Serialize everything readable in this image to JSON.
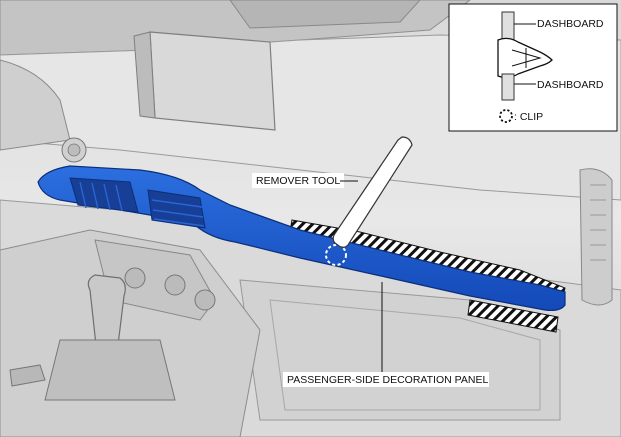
{
  "labels": {
    "remover_tool": "REMOVER TOOL",
    "passenger_panel": "PASSENGER-SIDE DECORATION PANEL"
  },
  "inset": {
    "dashboard_top": "DASHBOARD",
    "dashboard_bottom": "DASHBOARD",
    "clip": ": CLIP"
  },
  "colors": {
    "panel_fill": "#1f5fd1",
    "panel_dark": "#0f3f9e",
    "dash_light": "#e9e9e9",
    "dash_mid": "#c9c9c9",
    "dash_dark": "#9a9a9a"
  }
}
